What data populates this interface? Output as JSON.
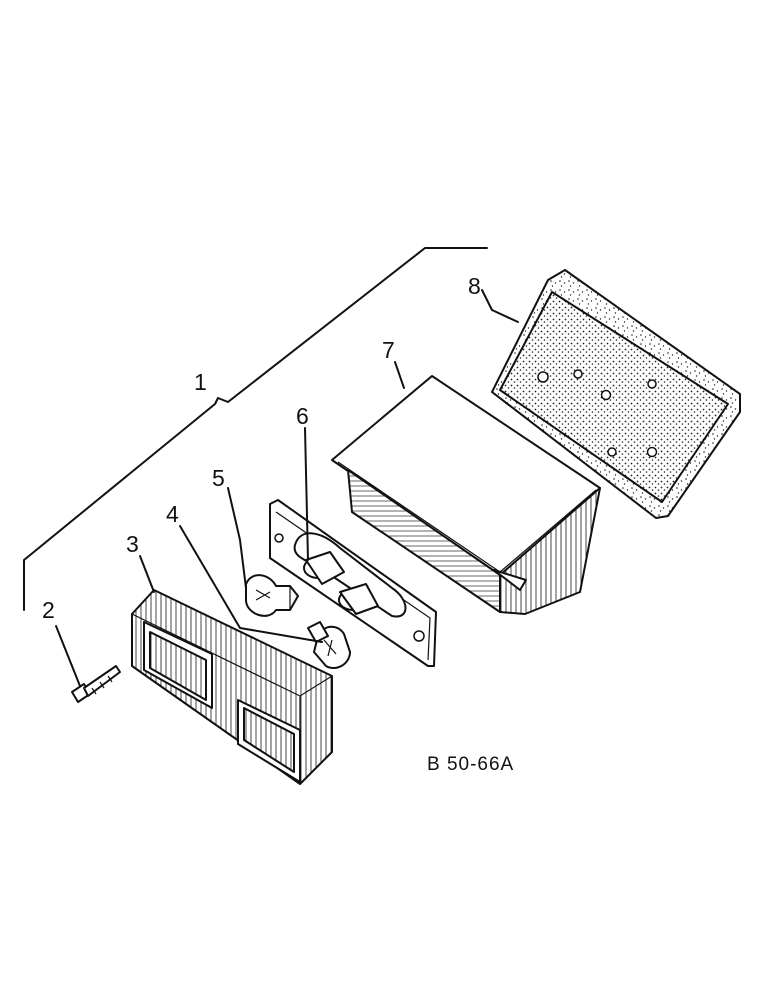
{
  "diagram": {
    "reference_code": "B 50-66A",
    "callouts": [
      {
        "id": "1",
        "text": "1"
      },
      {
        "id": "2",
        "text": "2"
      },
      {
        "id": "3",
        "text": "3"
      },
      {
        "id": "4",
        "text": "4"
      },
      {
        "id": "5",
        "text": "5"
      },
      {
        "id": "6",
        "text": "6"
      },
      {
        "id": "7",
        "text": "7"
      },
      {
        "id": "8",
        "text": "8"
      }
    ]
  }
}
